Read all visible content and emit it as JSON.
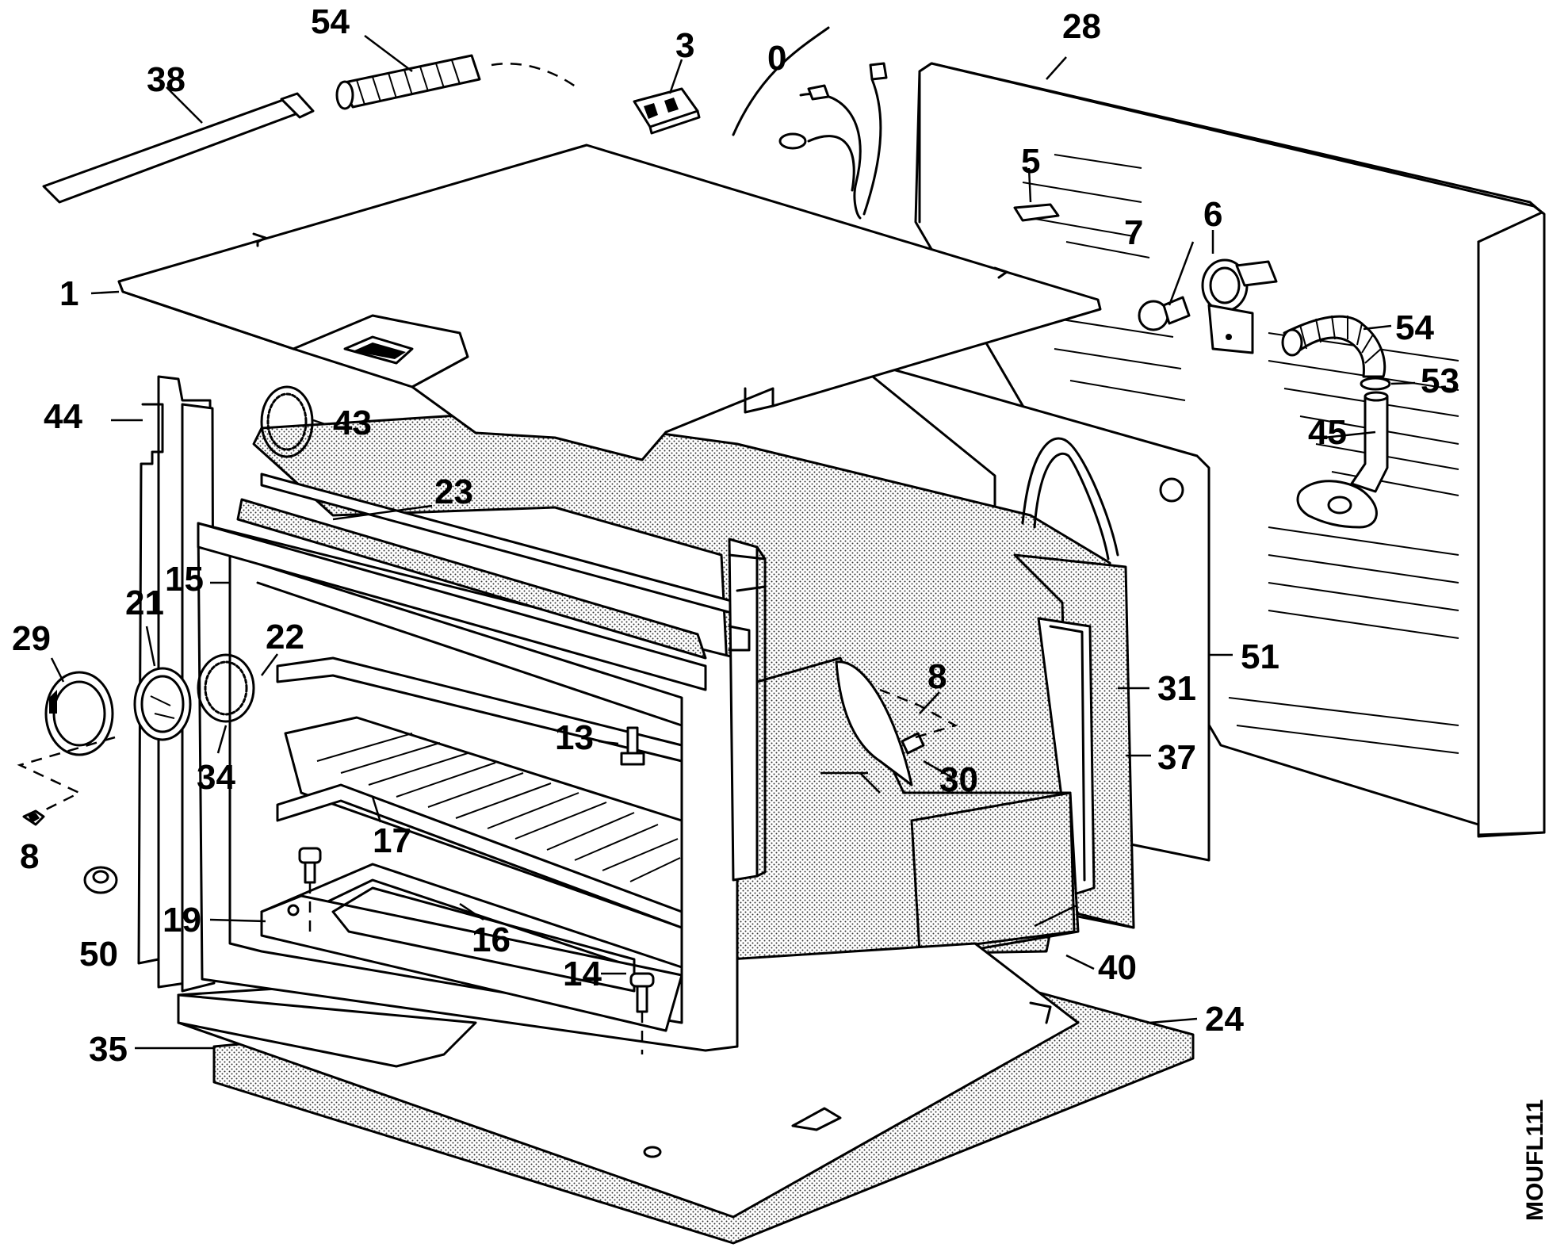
{
  "diagram_code": "MOUFL111",
  "callouts": [
    "0",
    "1",
    "3",
    "5",
    "6",
    "7",
    "8",
    "8",
    "13",
    "14",
    "15",
    "16",
    "17",
    "19",
    "21",
    "22",
    "23",
    "24",
    "28",
    "29",
    "30",
    "31",
    "34",
    "35",
    "37",
    "38",
    "40",
    "43",
    "44",
    "45",
    "50",
    "51",
    "53",
    "54",
    "54"
  ]
}
